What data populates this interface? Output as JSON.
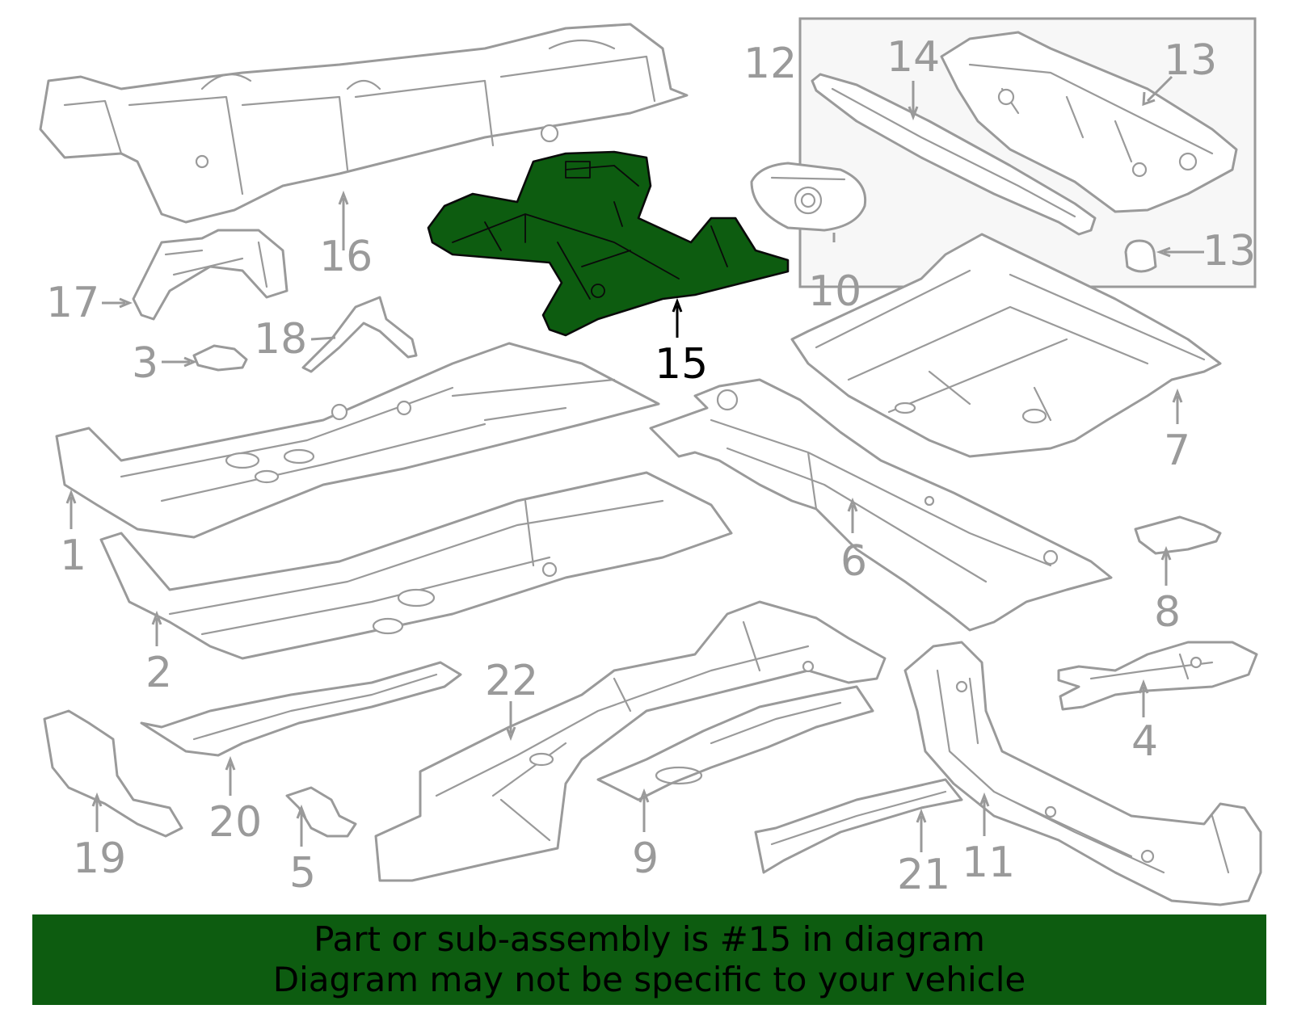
{
  "diagram": {
    "highlight_color": "#0d5c10",
    "outline_color": "#9a9a9a",
    "callouts": [
      {
        "id": "c1",
        "label": "1"
      },
      {
        "id": "c2",
        "label": "2"
      },
      {
        "id": "c3",
        "label": "3"
      },
      {
        "id": "c4",
        "label": "4"
      },
      {
        "id": "c5",
        "label": "5"
      },
      {
        "id": "c6",
        "label": "6"
      },
      {
        "id": "c7",
        "label": "7"
      },
      {
        "id": "c8",
        "label": "8"
      },
      {
        "id": "c9",
        "label": "9"
      },
      {
        "id": "c10",
        "label": "10"
      },
      {
        "id": "c11",
        "label": "11"
      },
      {
        "id": "c12",
        "label": "12"
      },
      {
        "id": "c13a",
        "label": "13"
      },
      {
        "id": "c13b",
        "label": "13"
      },
      {
        "id": "c14",
        "label": "14"
      },
      {
        "id": "c15",
        "label": "15",
        "highlighted": true
      },
      {
        "id": "c16",
        "label": "16"
      },
      {
        "id": "c17",
        "label": "17"
      },
      {
        "id": "c18",
        "label": "18"
      },
      {
        "id": "c19",
        "label": "19"
      },
      {
        "id": "c20",
        "label": "20"
      },
      {
        "id": "c21",
        "label": "21"
      },
      {
        "id": "c22",
        "label": "22"
      }
    ]
  },
  "banner": {
    "line1": "Part or sub-assembly is #15 in diagram",
    "line2": "Diagram may not be specific to your vehicle",
    "background": "#0d5c10"
  }
}
